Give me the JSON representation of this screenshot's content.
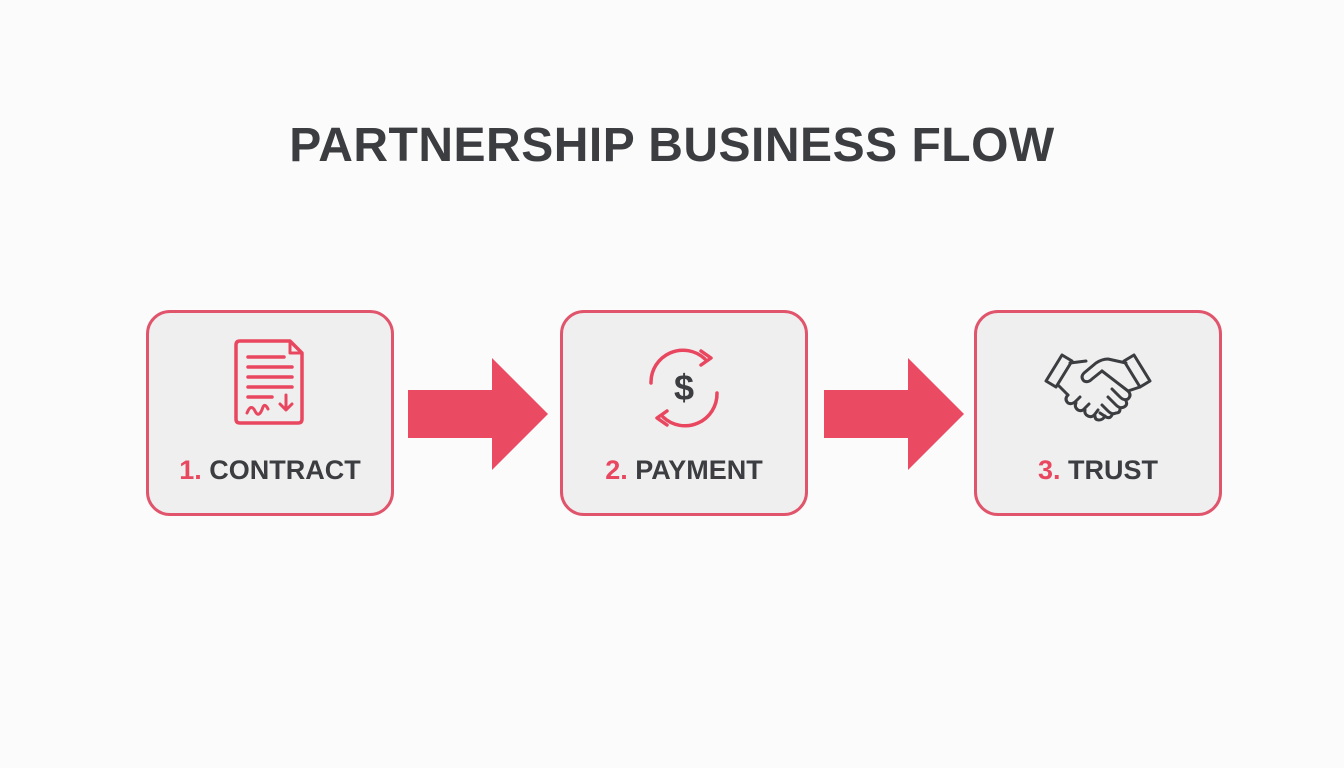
{
  "title": "PARTNERSHIP BUSINESS FLOW",
  "colors": {
    "accent": "#e8475f",
    "border": "#e0546c",
    "text": "#3b3d40",
    "box_fill": "#efefef"
  },
  "steps": [
    {
      "number": "1.",
      "label": "CONTRACT",
      "icon": "contract-document-icon"
    },
    {
      "number": "2.",
      "label": "PAYMENT",
      "icon": "dollar-cycle-icon"
    },
    {
      "number": "3.",
      "label": "TRUST",
      "icon": "handshake-icon"
    }
  ],
  "connectors": [
    "arrow-right",
    "arrow-right"
  ]
}
